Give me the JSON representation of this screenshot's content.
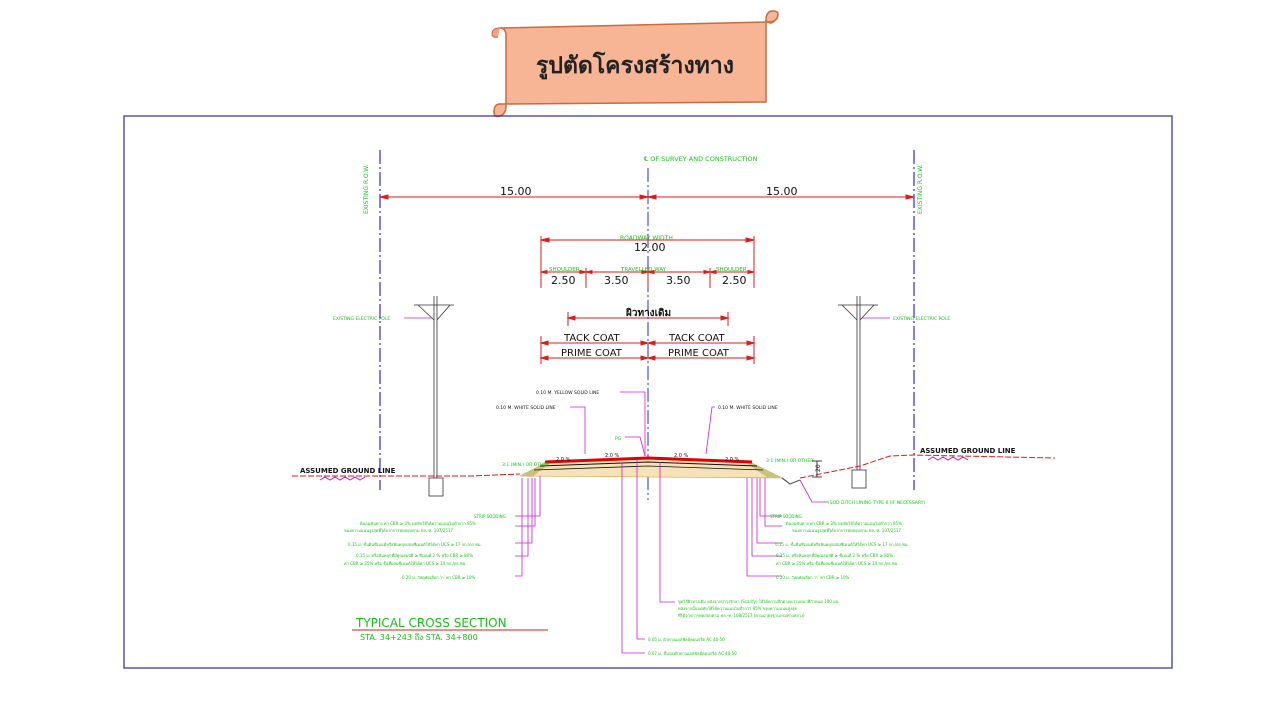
{
  "banner": {
    "title": "รูปตัดโครงสร้างทาง",
    "fill": "#f7b596",
    "stroke": "#c96a3f"
  },
  "colors": {
    "frame": "#2a2aa8",
    "red": "#e11a1a",
    "green": "#16c216",
    "magenta": "#d21cd2",
    "blue": "#2a2ae6",
    "black": "#111111",
    "road": "#e30000"
  },
  "centerline": "℄ OF SURVEY AND CONSTRUCTION",
  "row_left": "EXISTING R.O.W.",
  "row_right": "EXISTING R.O.W.",
  "dim_left": "15.00",
  "dim_right": "15.00",
  "roadway_label": "ROADWAY WIDTH",
  "roadway_value": "12.00",
  "shoulder_left_label": "SHOULDER",
  "travelled_label": "TRAVELLED WAY",
  "shoulder_right_label": "SHOULDER",
  "shoulder_left_value": "2.50",
  "lane_left_value": "3.50",
  "lane_right_value": "3.50",
  "shoulder_right_value": "2.50",
  "existing_road": "ผิวทางเดิม",
  "tack_left": "TACK COAT",
  "tack_right": "TACK COAT",
  "prime_left": "PRIME COAT",
  "prime_right": "PRIME COAT",
  "pole_left": "EXISTING ELECTRIC POLE",
  "pole_right": "EXISTING ELECTRIC POLE",
  "yellow_line": "0.10 M. YELLOW SOLID LINE",
  "white_left": "0.10 M. WHITE SOLID LINE",
  "white_right": "0.10 M. WHITE SOLID LINE",
  "pg": "PG",
  "ground_left": "ASSUMED GROUND LINE",
  "ground_right": "ASSUMED GROUND LINE",
  "slope_left": "2.0 %",
  "slope_mid_left": "2.0 %",
  "slope_mid_right": "2.0 %",
  "slope_right": "2.0 %",
  "side_left": "3:1 (MIN.) OR OTHER",
  "side_right": "3:1 (MIN.) OR OTHER",
  "depth": "20",
  "ditch": "(SOD DITCH LINING TYPE II    (IF NECESSARY)",
  "left_notes": [
    "STRIP SODDING",
    "ดินถมคันทาง ค่า CBR ≥ 3% บดทับให้ได้ความแน่นไม่ต่ำกว่า 95%",
    "ของความแน่นสูงสุดที่ได้จากการทดสอบตาม ทล.-ท. 107/2517",
    "0.15 ม. ชั้นดินซีเมนต์หรือหินคลุกผสมซีเมนต์ให้ได้ค่า UCS ≥ 17 กก./ตร.ซม.",
    "0.15 ม. หรือหินคลุกที่มีคุณสมบัติ ≥ ซีเมนต์ 2 % หรือ CBR ≥ 80%",
    "ค่า CBR ≥ 25% หรือ ชั้นที่ผสมซีเมนต์ให้ได้ค่า UCS ≥ 14 กก./ตร.ซม.",
    "0.20 ม. วัสดุคัดเลือก ‘ก’ ค่า CBR ≥ 10%"
  ],
  "right_notes": [
    "STRIP SODDING",
    "ดินถมคันทาง ค่า CBR ≥ 3% บดทับให้ได้ความแน่นไม่ต่ำกว่า 95%",
    "ของความแน่นสูงสุดที่ได้จากการทดสอบตาม ทล.-ท. 107/2517",
    "0.15 ม. ชั้นดินซีเมนต์หรือหินคลุกผสมซีเมนต์ให้ได้ค่า UCS ≥ 17 กก./ตร.ซม.",
    "0.15 ม. หรือหินคลุกที่มีคุณสมบัติ ≥ ซีเมนต์ 2 % หรือ CBR ≥ 80%",
    "ค่า CBR ≥ 25% หรือ ชั้นที่ผสมซีเมนต์ให้ได้ค่า UCS ≥ 14 กก./ตร.ซม.",
    "0.20 ม. วัสดุคัดเลือก ‘ก’ ค่า CBR ≥ 10%"
  ],
  "bottom_notes": [
    "ขูดไส้ผิวทางเดิม หลังจากบำรุงรักษา (Scarify) ให้ได้ความลึกตามความหนาที่กำหนด 100 มม.",
    "หลังจากนั้นบดทับให้ได้ความแน่นไม่ต่ำกว่า 95% ของความแน่นสูงสุด",
    "ที่ได้จากการทดสอบตาม ทล.-ท. 108/2517 (ตามมาตรฐานกรมทางหลวง)",
    "0.05 ม. ผิวทางแอสฟัลต์คอนกรีต AC 40-50",
    "0.07 ม. ชั้นรองผิวทางแอสฟัลต์คอนกรีต AC 40-50"
  ],
  "section_title": "TYPICAL  CROSS  SECTION",
  "section_sub": "STA. 34+243 ถึง STA. 34+800"
}
